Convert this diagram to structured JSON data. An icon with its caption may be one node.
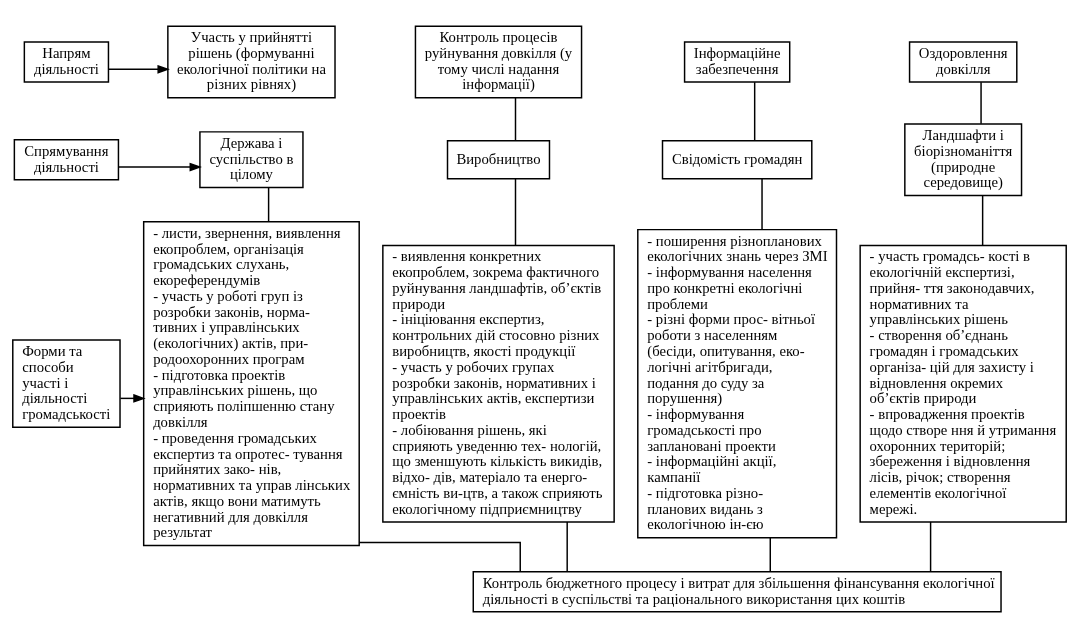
{
  "diagram": {
    "nodes": [
      {
        "text": [
          "Напрям діяльності"
        ]
      },
      {
        "text": [
          "Участь у прийнятті рішень (формуванні екологічної політики на різних рівнях)"
        ]
      },
      {
        "text": [
          "Контроль процесів руйнування довкілля (у тому числі надання інформації)"
        ]
      },
      {
        "text": [
          "Інформаційне забезпечення"
        ]
      },
      {
        "text": [
          "Оздоровлення довкілля"
        ]
      },
      {
        "text": [
          "Спрямування діяльності"
        ]
      },
      {
        "text": [
          "Держава і суспільство в цілому"
        ]
      },
      {
        "text": [
          "Виробництво"
        ]
      },
      {
        "text": [
          "Свідомість громадян"
        ]
      },
      {
        "text": [
          "Ландшафти і біорізноманіття (природне середовище)"
        ]
      },
      {
        "text": [
          "Форми та способи участі і діяльності громадськості"
        ]
      },
      {
        "text": [
          "- листи, звернення, виявлення екопроблем, організація громадських слухань, екореферендумів",
          "- участь у роботі груп із розробки законів, норма- тивних і управлінських (екологічних) актів, при- родоохоронних програм",
          "- підготовка проектів управлінських рішень, що сприяють поліпшенню стану довкілля",
          "- проведення громадських експертиз та опротес- тування прийнятих зако- нів, нормативних та управ лінських актів, якщо вони матимуть негативний для довкілля результат"
        ]
      },
      {
        "text": [
          "- виявлення конкретних екопроблем, зокрема фактичного руйнування ландшафтів, об’єктів природи",
          "- ініціювання експертиз, контрольних дій стосовно різних виробництв, якості продукції",
          "- участь у робочих групах розробки законів, нормативних і управлінських актів, експертизи проектів",
          "- лобіювання рішень, які сприяють уведенню тех- нологій, що зменшують кількість викидів, відхо- дів, матеріало та енерго- ємність ви-цтв, а також сприяють екологічному підприємництву"
        ]
      },
      {
        "text": [
          "- поширення різнопланових екологічних знань через ЗМІ",
          "- інформування населення про конкретні екологічні проблеми",
          "- різні форми прос- вітньої роботи з населенням (бесіди, опитування, еко- логічні агітбригади, подання до суду за порушення)",
          "- інформування громадськості про заплановані проекти",
          "- інформаційні акції, кампанії",
          "- підготовка різно- планових видань з екологічною ін-єю"
        ]
      },
      {
        "text": [
          "- участь громадсь- кості в екологічній експертизі, прийня- ття законодавчих, нормативних та управлінських рішень",
          "- створення об’єднань громадян і громадських організа- цій для захисту і відновлення окремих об’єктів природи",
          "- впровадження проектів щодо створе ння й утримання охоронних територій; збереження і відновлення лісів, річок; створення елементів екологічної мережі."
        ]
      },
      {
        "text": [
          "Контроль бюджетного процесу і витрат для збільшення фінансування екологічної діяльності в суспільстві та раціонального використання цих коштів"
        ]
      }
    ],
    "edges": [
      {
        "from": 0,
        "to": 1,
        "arrow": "to"
      },
      {
        "from": 2,
        "to": 7,
        "arrow": "none"
      },
      {
        "from": 3,
        "to": 8,
        "arrow": "none"
      },
      {
        "from": 4,
        "to": 9,
        "arrow": "none"
      },
      {
        "from": 5,
        "to": 6,
        "arrow": "to"
      },
      {
        "from": 6,
        "to": 11,
        "arrow": "none"
      },
      {
        "from": 7,
        "to": 12,
        "arrow": "none"
      },
      {
        "from": 8,
        "to": 13,
        "arrow": "none"
      },
      {
        "from": 9,
        "to": 14,
        "arrow": "none"
      },
      {
        "from": 10,
        "to": 11,
        "arrow": "to"
      },
      {
        "from": 11,
        "to": 15,
        "arrow": "none"
      },
      {
        "from": 12,
        "to": 15,
        "arrow": "none"
      },
      {
        "from": 13,
        "to": 15,
        "arrow": "none"
      },
      {
        "from": 14,
        "to": 15,
        "arrow": "none"
      }
    ]
  }
}
